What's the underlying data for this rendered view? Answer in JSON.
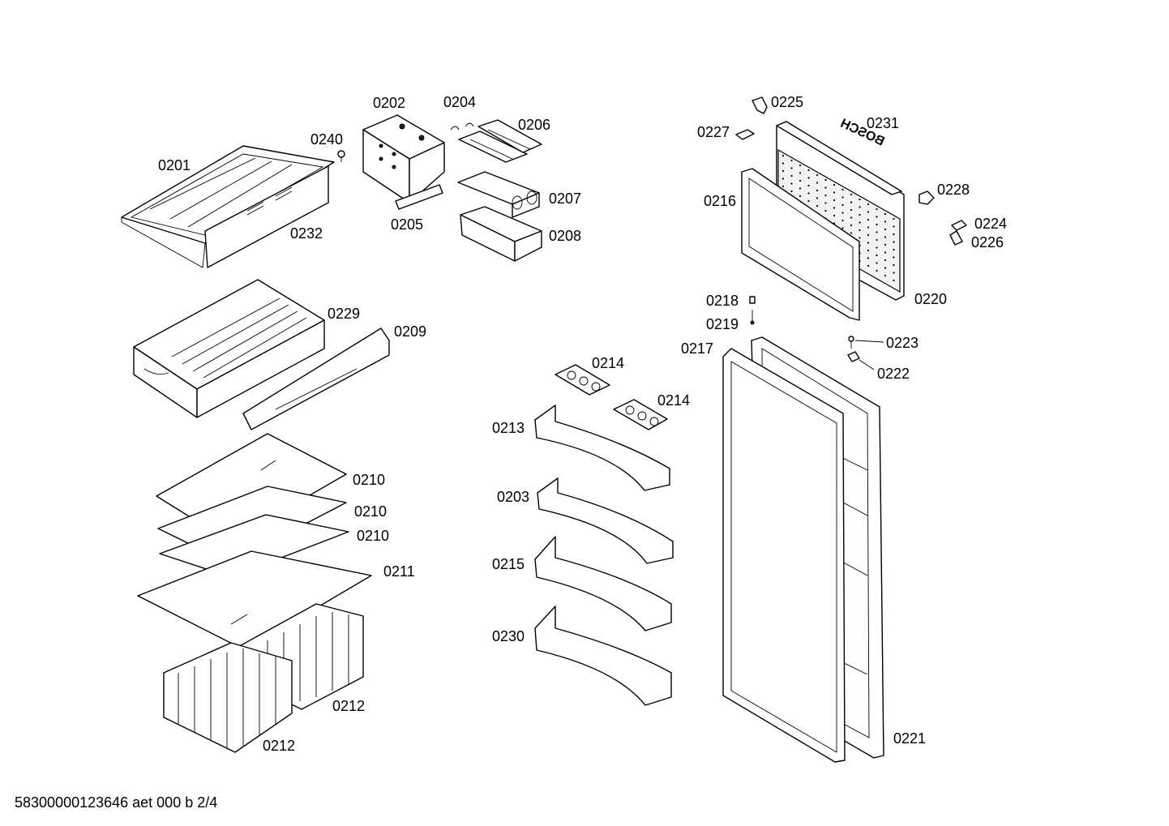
{
  "labels": {
    "p0201": "0201",
    "p0202": "0202",
    "p0203": "0203",
    "p0204": "0204",
    "p0205": "0205",
    "p0206": "0206",
    "p0207": "0207",
    "p0208": "0208",
    "p0209": "0209",
    "p0210a": "0210",
    "p0210b": "0210",
    "p0210c": "0210",
    "p0211": "0211",
    "p0212a": "0212",
    "p0212b": "0212",
    "p0213": "0213",
    "p0214a": "0214",
    "p0214b": "0214",
    "p0215": "0215",
    "p0216": "0216",
    "p0217": "0217",
    "p0218": "0218",
    "p0219": "0219",
    "p0220": "0220",
    "p0221": "0221",
    "p0222": "0222",
    "p0223": "0223",
    "p0224": "0224",
    "p0225": "0225",
    "p0226": "0226",
    "p0227": "0227",
    "p0228": "0228",
    "p0229": "0229",
    "p0230": "0230",
    "p0231": "0231",
    "p0232": "0232",
    "p0240": "0240"
  },
  "brand_mark": "BOSCH",
  "footer": "58300000123646 aet 000 b 2/4"
}
